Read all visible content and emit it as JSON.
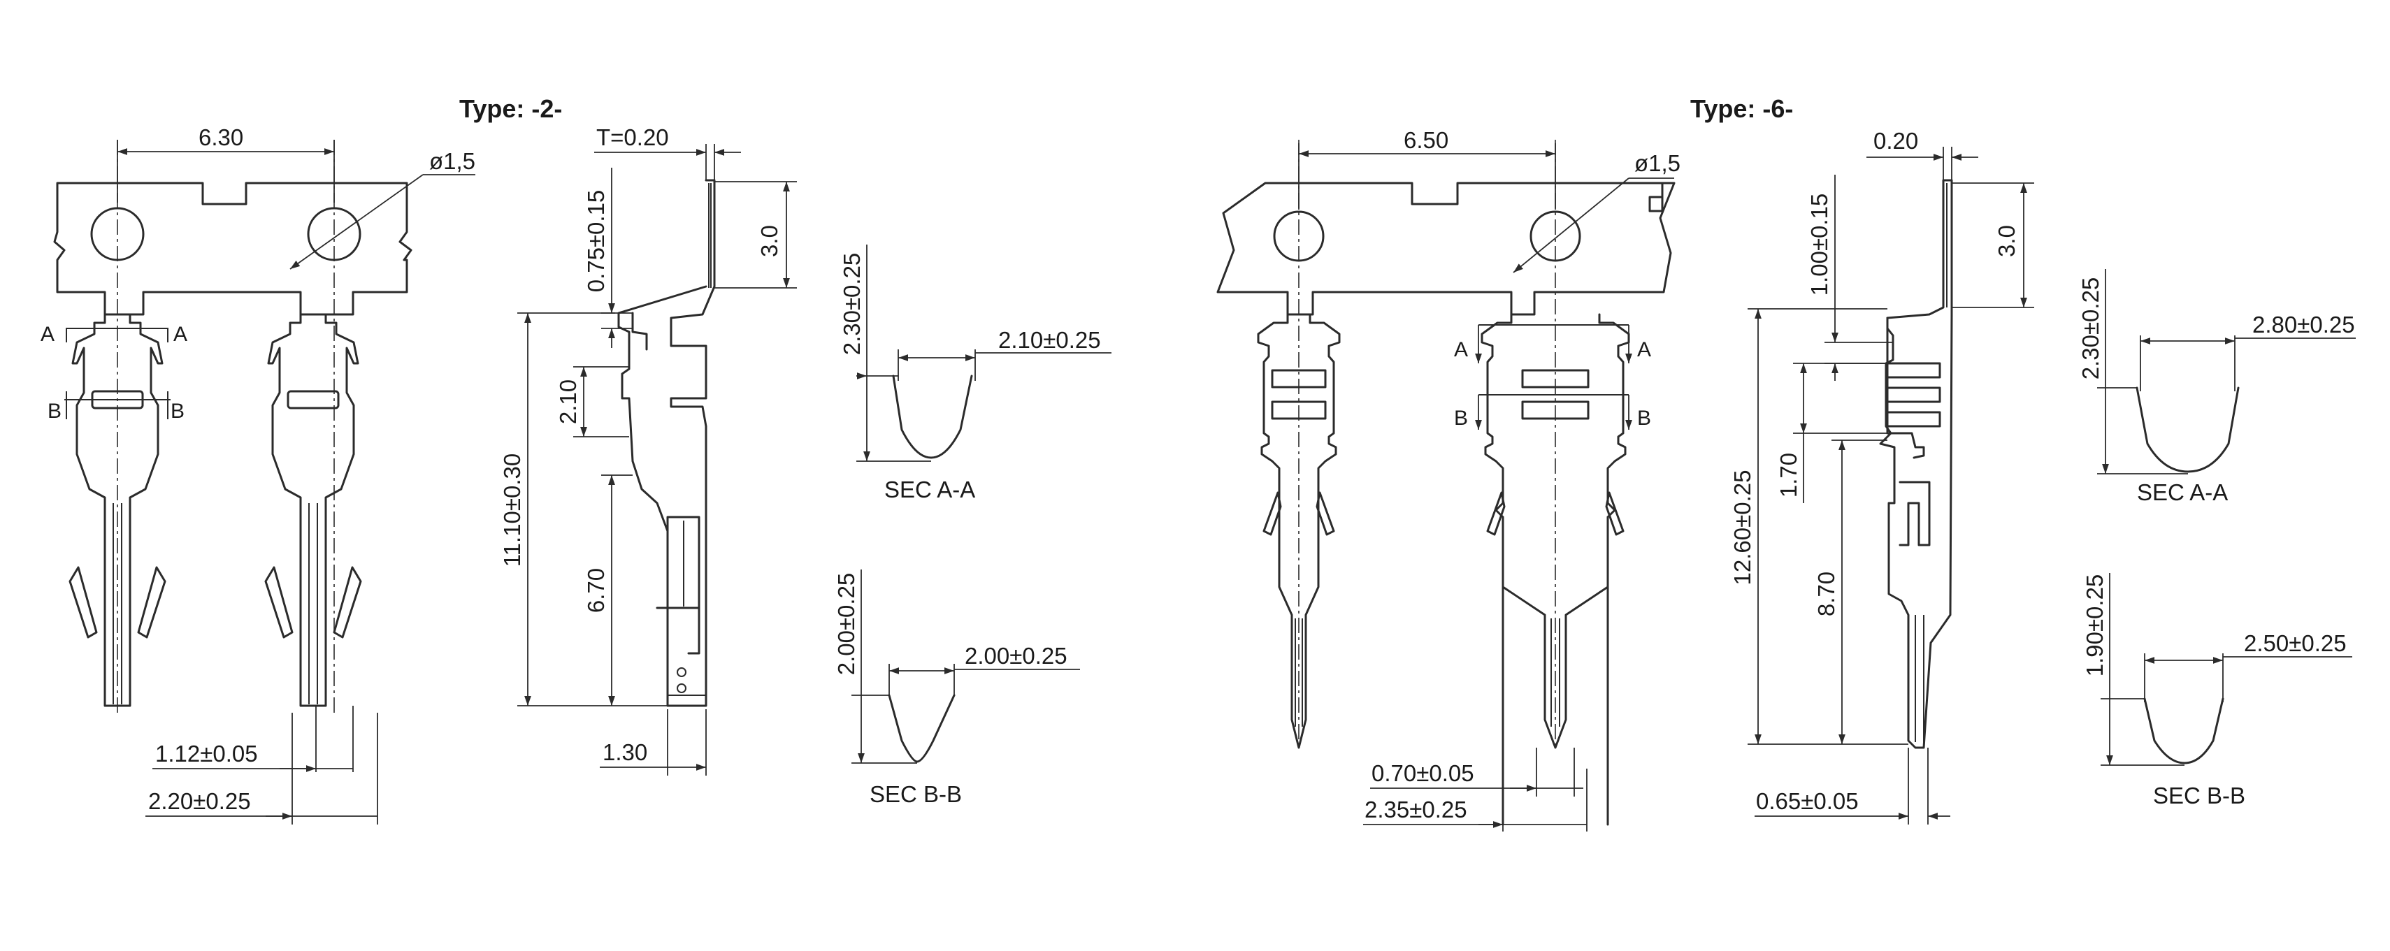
{
  "type2": {
    "title": "Type: -2-",
    "front": {
      "pitch": "6.30",
      "hole": "ø1,5",
      "wire_width": "1.12±0.05",
      "total_width": "2.20±0.25",
      "sec_a": "A",
      "sec_b": "B"
    },
    "side": {
      "thickness": "T=0.20",
      "offset": "0.75±0.15",
      "tab": "3.0",
      "length": "11.10±0.30",
      "crimp": "2.10",
      "pin": "6.70",
      "tip": "1.30"
    },
    "sections": {
      "a": {
        "label": "SEC A-A",
        "height": "2.30±0.25",
        "width": "2.10±0.25"
      },
      "b": {
        "label": "SEC B-B",
        "height": "2.00±0.25",
        "width": "2.00±0.25"
      }
    }
  },
  "type6": {
    "title": "Type: -6-",
    "front": {
      "pitch": "6.50",
      "hole": "ø1,5",
      "wire_width": "0.70±0.05",
      "total_width": "2.35±0.25",
      "sec_a": "A",
      "sec_b": "B"
    },
    "side": {
      "thickness": "0.20",
      "offset": "1.00±0.15",
      "tab": "3.0",
      "length": "12.60±0.25",
      "crimp": "1.70",
      "pin": "8.70",
      "tip": "0.65±0.05"
    },
    "sections": {
      "a": {
        "label": "SEC A-A",
        "height": "2.30±0.25",
        "width": "2.80±0.25"
      },
      "b": {
        "label": "SEC B-B",
        "height": "1.90±0.25",
        "width": "2.50±0.25"
      }
    }
  }
}
